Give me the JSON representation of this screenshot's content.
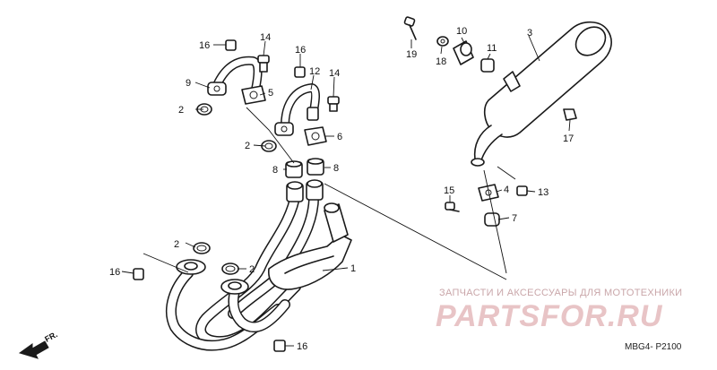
{
  "callouts": [
    {
      "n": "1"
    },
    {
      "n": "2"
    },
    {
      "n": "2"
    },
    {
      "n": "2"
    },
    {
      "n": "2"
    },
    {
      "n": "3"
    },
    {
      "n": "4"
    },
    {
      "n": "5"
    },
    {
      "n": "6"
    },
    {
      "n": "7"
    },
    {
      "n": "8"
    },
    {
      "n": "8"
    },
    {
      "n": "9"
    },
    {
      "n": "10"
    },
    {
      "n": "11"
    },
    {
      "n": "12"
    },
    {
      "n": "13"
    },
    {
      "n": "14"
    },
    {
      "n": "14"
    },
    {
      "n": "15"
    },
    {
      "n": "16"
    },
    {
      "n": "16"
    },
    {
      "n": "16"
    },
    {
      "n": "16"
    },
    {
      "n": "17"
    },
    {
      "n": "18"
    },
    {
      "n": "19"
    }
  ],
  "watermark": {
    "subtitle": "ЗАПЧАСТИ И АКСЕССУАРЫ ДЛЯ МОТОТЕХНИКИ",
    "brand": "PARTSFOR.RU"
  },
  "diagram_code": "MBG4- P2100",
  "direction_label": "FR.",
  "colors": {
    "line": "#1a1a1a",
    "watermark": "#e8c4c6"
  }
}
